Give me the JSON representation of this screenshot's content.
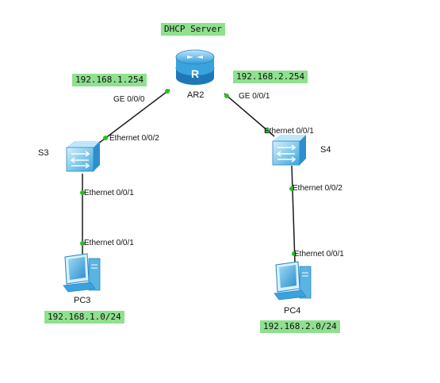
{
  "colors": {
    "link": "#1a1a1a",
    "port_dot": "#22c022",
    "tag_bg": "#8fe08f",
    "device_blue": "#4fb3e6"
  },
  "icons": {
    "router": "router-icon",
    "switch": "switch-icon",
    "pc": "pc-icon"
  },
  "title_tag": "DHCP Server",
  "devices": {
    "router": {
      "name": "AR2"
    },
    "s3": {
      "name": "S3"
    },
    "s4": {
      "name": "S4"
    },
    "pc3": {
      "name": "PC3"
    },
    "pc4": {
      "name": "PC4"
    }
  },
  "ips": {
    "left": "192.168.1.254",
    "right": "192.168.2.254",
    "net1": "192.168.1.0/24",
    "net2": "192.168.2.0/24"
  },
  "ports": {
    "r_left": "GE 0/0/0",
    "r_right": "GE 0/0/1",
    "s3_up": "Ethernet 0/0/2",
    "s3_down": "Ethernet 0/0/1",
    "pc3": "Ethernet 0/0/1",
    "s4_up": "Ethernet 0/0/1",
    "s4_down": "Ethernet 0/0/2",
    "pc4": "Ethernet 0/0/1"
  }
}
